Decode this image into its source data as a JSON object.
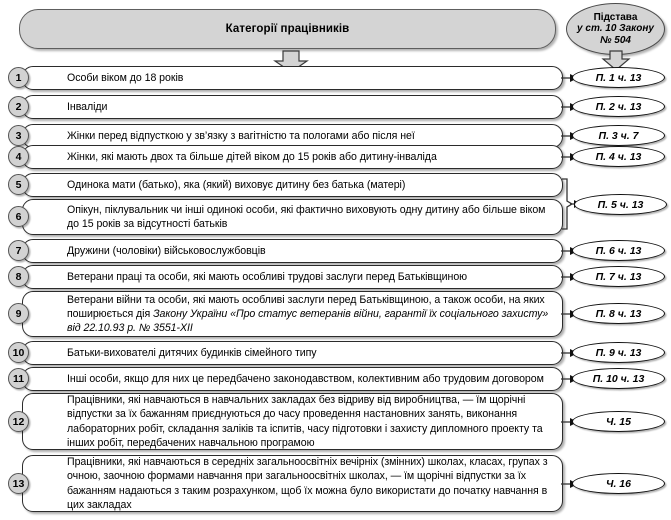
{
  "header": {
    "title": "Категорії працівників",
    "basis_line1": "Підстава",
    "basis_line2": "у ст. 10 Закону",
    "basis_line3": "№ 504"
  },
  "rows": [
    {
      "num": "1",
      "text": "Особи віком до 18 років"
    },
    {
      "num": "2",
      "text": "Інваліди"
    },
    {
      "num": "3",
      "text": "Жінки перед відпусткою у зв’язку з вагітністю та пологами або після неї"
    },
    {
      "num": "4",
      "text": "Жінки, які мають двох та більше дітей віком до 15 років або дитину-інваліда"
    },
    {
      "num": "5",
      "text": "Одинока мати (батько), яка (який) виховує дитину без батька (матері)"
    },
    {
      "num": "6",
      "text": "Опікун, піклувальник чи інші одинокі особи, які фактично виховують одну дитину або більше віком до 15 років за відсутності батьків"
    },
    {
      "num": "7",
      "text": "Дружини (чоловіки) військовослужбовців"
    },
    {
      "num": "8",
      "text": "Ветерани праці та особи, які мають особливі трудові заслуги перед Батьківщиною"
    },
    {
      "num": "9",
      "text_part1": "Ветерани війни та особи, які мають особливі заслуги перед Батьківщиною, а також особи, на яких поширюється дія ",
      "text_italic": "Закону України «Про статус ветеранів війни, гарантії їх соціального захисту» від 22.10.93 р. № 3551-ХІІ"
    },
    {
      "num": "10",
      "text": "Батьки-вихователі дитячих будинків сімейного типу"
    },
    {
      "num": "11",
      "text": "Інші особи, якщо для них це передбачено законодавством, колективним або трудовим договором"
    },
    {
      "num": "12",
      "text": "Працівники, які навчаються в навчальних закладах без відриву від виробництва, — їм щорічні відпустки за їх бажанням приєднуються до часу проведення настановних занять, виконання лабораторних робіт, складання заліків та іспитів, часу підготовки і захисту дипломного проекту та інших робіт, передбачених навчальною програмою"
    },
    {
      "num": "13",
      "text": "Працівники, які навчаються в середніх загальноосвітніх вечірніх (змінних) школах, класах, групах з очною, заочною формами навчання при загальноосвітніх школах, — їм щорічні відпустки за їх бажанням надаються з таким розрахунком, щоб їх можна було використати до початку навчання в цих закладах"
    }
  ],
  "badges": [
    {
      "label": "П. 1 ч. 13"
    },
    {
      "label": "П. 2 ч. 13"
    },
    {
      "label": "П. 3 ч. 7"
    },
    {
      "label": "П. 4 ч. 13"
    },
    {
      "label": "П. 5 ч. 13"
    },
    {
      "label": "П. 6 ч. 13"
    },
    {
      "label": "П. 7 ч. 13"
    },
    {
      "label": "П. 8 ч. 13"
    },
    {
      "label": "П. 9 ч. 13"
    },
    {
      "label": "П. 10 ч. 13"
    },
    {
      "label": "Ч. 15"
    },
    {
      "label": "Ч. 16"
    }
  ],
  "colors": {
    "header_fill": "#d4d4d4",
    "row_fill": "#ffffff",
    "circle_fill": "#d2d2d2",
    "border": "#2b2b2b"
  }
}
